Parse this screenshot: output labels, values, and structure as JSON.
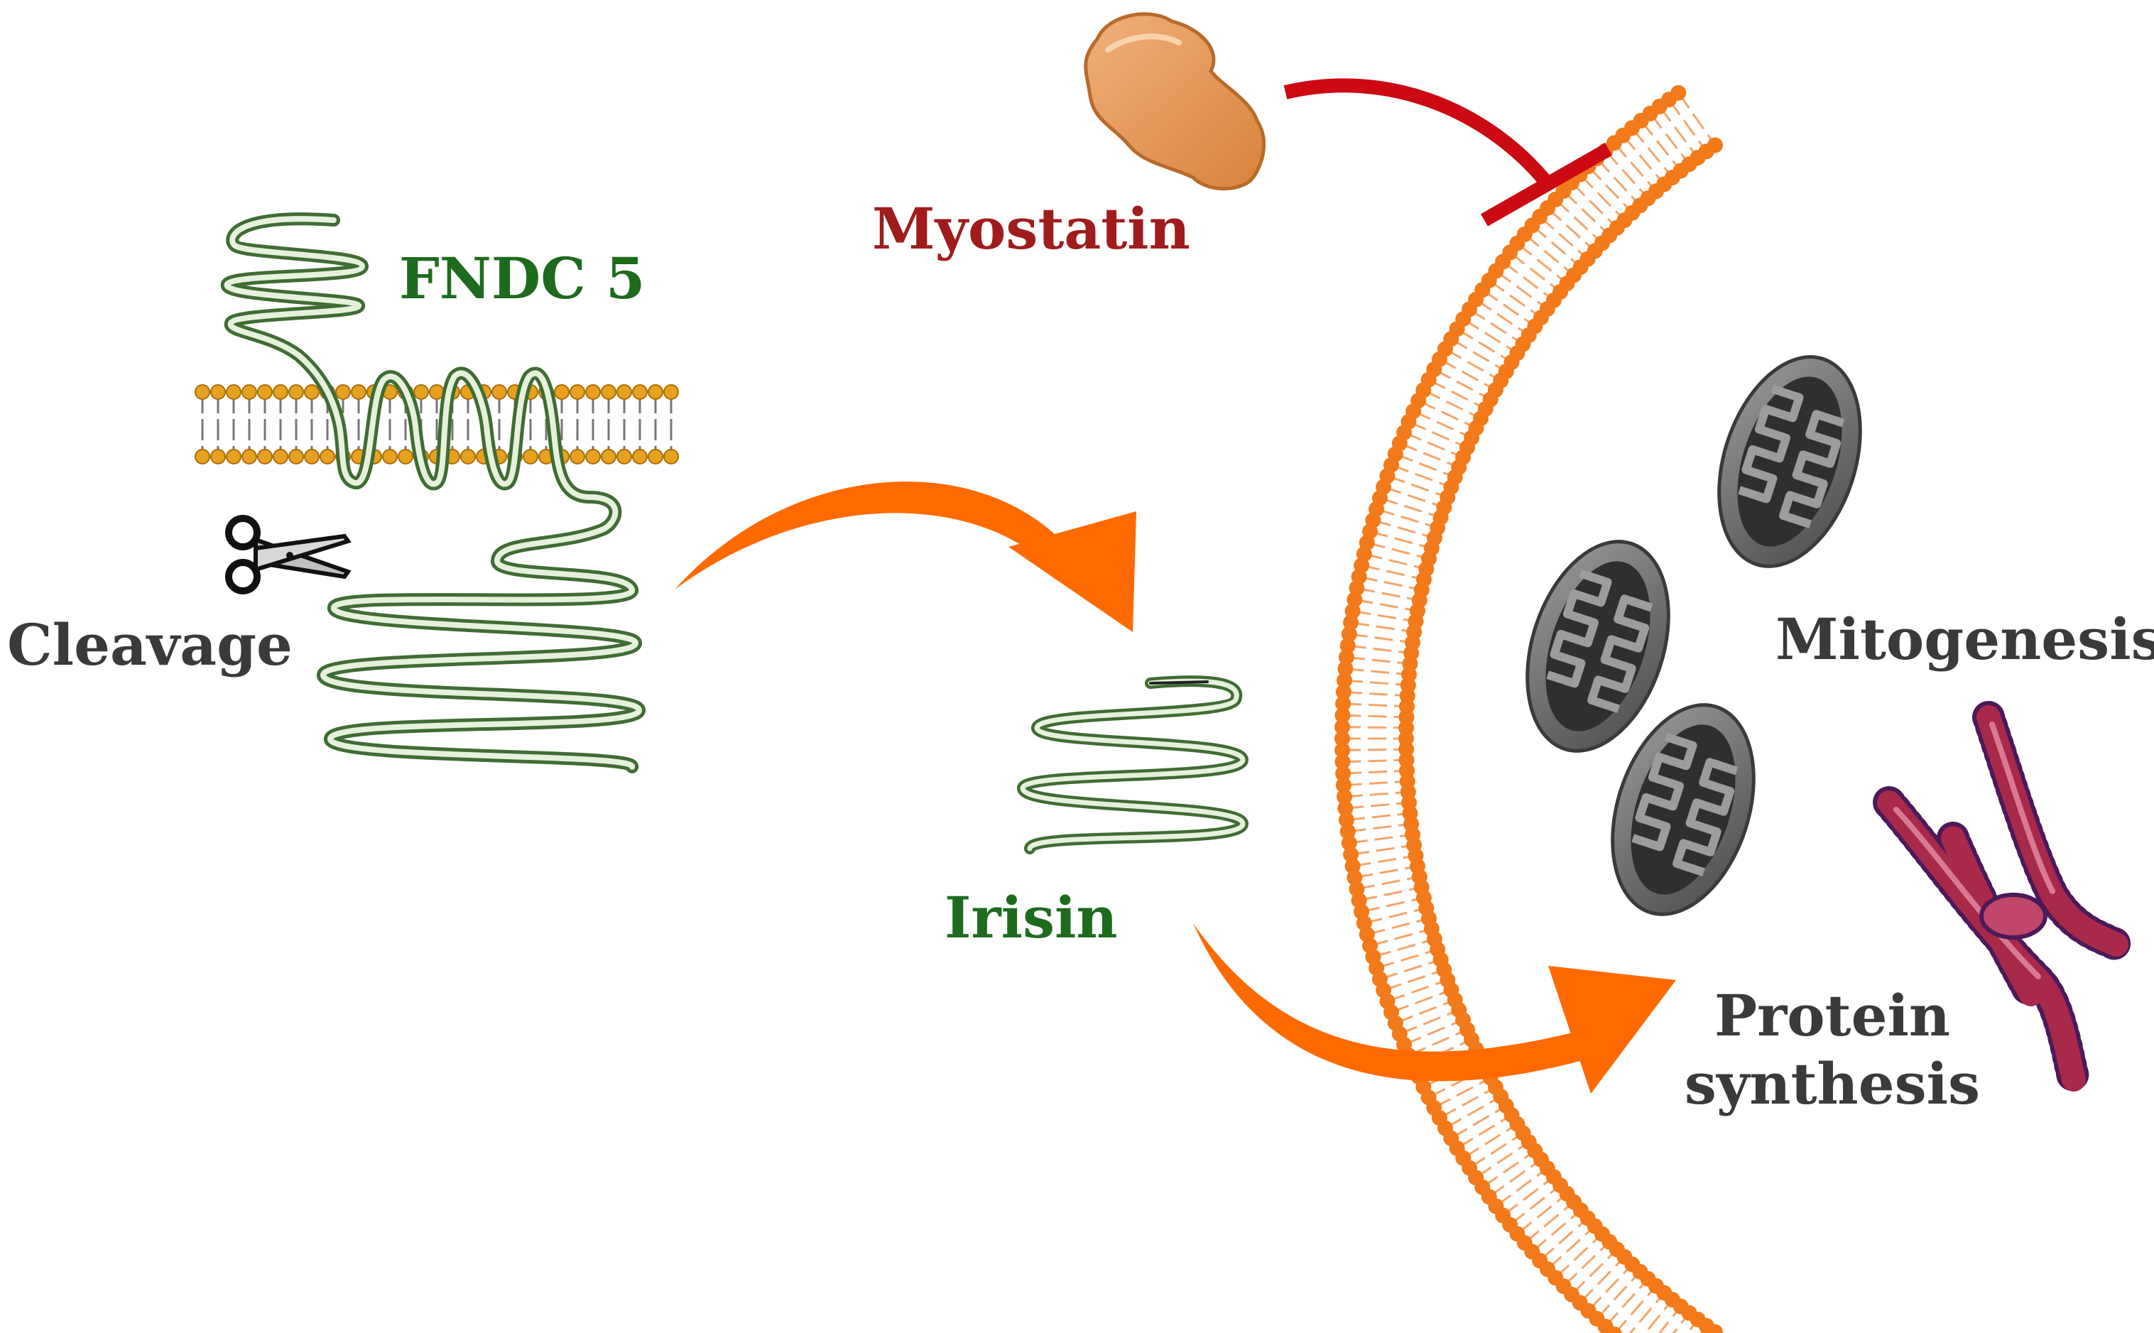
{
  "colors": {
    "fndc_green": "#1e6b1e",
    "myostatin_red": "#a01c1c",
    "dark_text": "#3a3a3a",
    "membrane_orange": "#f27a1a",
    "arrow_orange": "#ff6a00",
    "inhibit_red": "#cc0a14",
    "mitochondria_gray": "#6e6e70",
    "er_crimson": "#a8294a"
  },
  "labels": {
    "fndc5": "FNDC 5",
    "cleavage": "Cleavage",
    "myostatin": "Myostatin",
    "irisin": "Irisin",
    "mitogenesis": "Mitogenesis",
    "protein_line1": "Protein",
    "protein_line2": "synthesis"
  },
  "icons": [
    "scissors-icon",
    "myostatin-blob-icon",
    "mitochondrion-icon",
    "endoplasmic-reticulum-icon"
  ]
}
